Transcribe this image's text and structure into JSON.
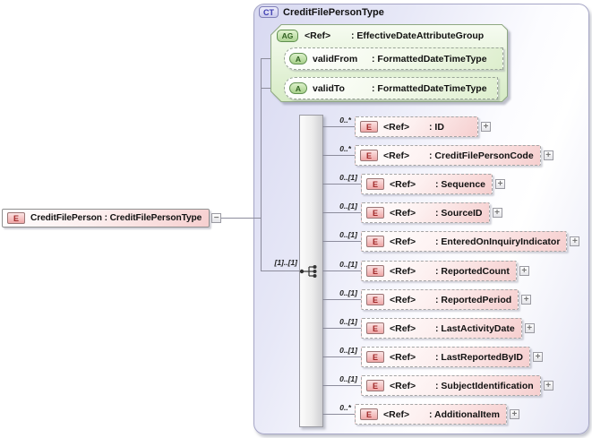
{
  "root_element": {
    "badge": "E",
    "label": "CreditFilePerson : CreditFilePersonType"
  },
  "complex_type": {
    "badge": "CT",
    "title": "CreditFilePersonType",
    "attribute_group": {
      "badge": "AG",
      "ref": "<Ref>",
      "type": ": EffectiveDateAttributeGroup",
      "attributes": [
        {
          "badge": "A",
          "name": "validFrom",
          "type": ": FormattedDateTimeType"
        },
        {
          "badge": "A",
          "name": "validTo",
          "type": ": FormattedDateTimeType"
        }
      ]
    },
    "sequence": {
      "cardinality": "[1]..[1]",
      "compositor": "sequence",
      "elements": [
        {
          "badge": "E",
          "ref": "<Ref>",
          "name": ": ID",
          "cardinality": "0..*"
        },
        {
          "badge": "E",
          "ref": "<Ref>",
          "name": ": CreditFilePersonCode",
          "cardinality": "0..*"
        },
        {
          "badge": "E",
          "ref": "<Ref>",
          "name": ": Sequence",
          "cardinality": "0..[1]"
        },
        {
          "badge": "E",
          "ref": "<Ref>",
          "name": ": SourceID",
          "cardinality": "0..[1]"
        },
        {
          "badge": "E",
          "ref": "<Ref>",
          "name": ": EnteredOnInquiryIndicator",
          "cardinality": "0..[1]"
        },
        {
          "badge": "E",
          "ref": "<Ref>",
          "name": ": ReportedCount",
          "cardinality": "0..[1]"
        },
        {
          "badge": "E",
          "ref": "<Ref>",
          "name": ": ReportedPeriod",
          "cardinality": "0..[1]"
        },
        {
          "badge": "E",
          "ref": "<Ref>",
          "name": ": LastActivityDate",
          "cardinality": "0..[1]"
        },
        {
          "badge": "E",
          "ref": "<Ref>",
          "name": ": LastReportedByID",
          "cardinality": "0..[1]"
        },
        {
          "badge": "E",
          "ref": "<Ref>",
          "name": ": SubjectIdentification",
          "cardinality": "0..[1]"
        },
        {
          "badge": "E",
          "ref": "<Ref>",
          "name": ": AdditionalItem",
          "cardinality": "0..*"
        }
      ]
    }
  },
  "expanders": {
    "collapse": "−",
    "expand": "+"
  },
  "colors": {
    "container_fill": "#dcddf2",
    "element_fill": "#f6cfcf",
    "attribute_fill": "#cde7b6",
    "badge_e_text": "#a02828",
    "badge_ct_text": "#3b3bb0",
    "badge_a_text": "#2f6020",
    "connector": "#8c8c9c"
  }
}
